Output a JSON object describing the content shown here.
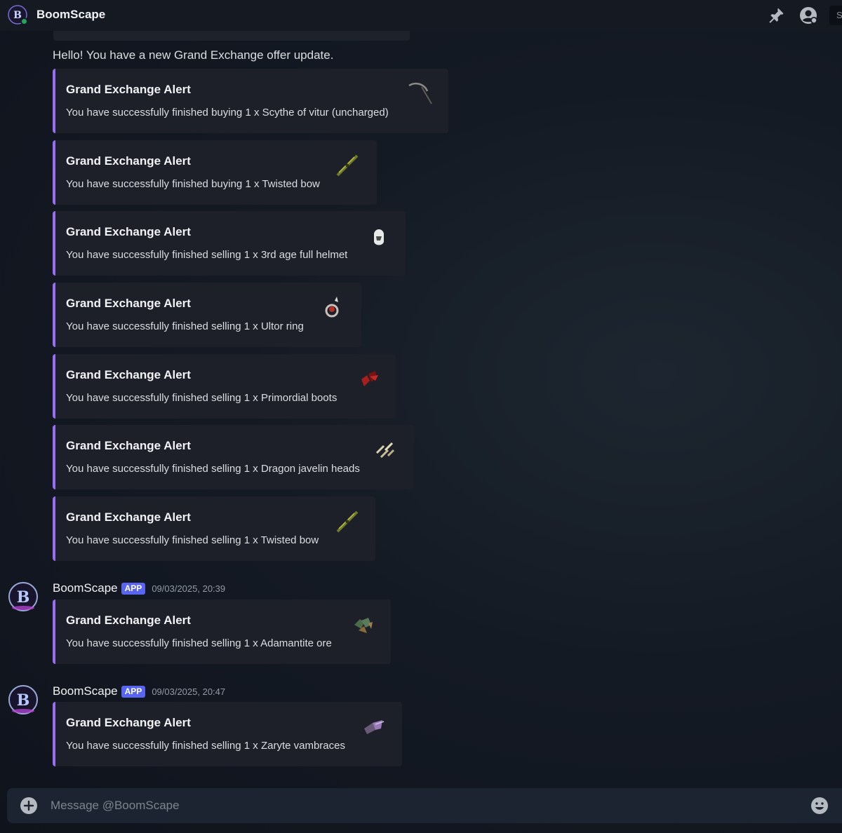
{
  "header": {
    "title": "BoomScape",
    "search_label": "S",
    "pin_icon": "pin-icon",
    "profile_icon": "user-profile-icon"
  },
  "first_message": {
    "text": "Hello! You have a new Grand Exchange offer update.",
    "embeds": [
      {
        "title": "Grand Exchange Alert",
        "description": "You have successfully finished buying 1 x Scythe of vitur (uncharged)",
        "thumb": "scythe-icon"
      },
      {
        "title": "Grand Exchange Alert",
        "description": "You have successfully finished buying 1 x Twisted bow",
        "thumb": "bow-icon"
      },
      {
        "title": "Grand Exchange Alert",
        "description": "You have successfully finished selling 1 x 3rd age full helmet",
        "thumb": "helmet-icon"
      },
      {
        "title": "Grand Exchange Alert",
        "description": "You have successfully finished selling 1 x Ultor ring",
        "thumb": "ring-icon"
      },
      {
        "title": "Grand Exchange Alert",
        "description": "You have successfully finished selling 1 x Primordial boots",
        "thumb": "boots-icon"
      },
      {
        "title": "Grand Exchange Alert",
        "description": "You have successfully finished selling 1 x Dragon javelin heads",
        "thumb": "javelin-heads-icon"
      },
      {
        "title": "Grand Exchange Alert",
        "description": "You have successfully finished selling 1 x Twisted bow",
        "thumb": "bow-icon"
      }
    ]
  },
  "messages": [
    {
      "author": "BoomScape",
      "badge": "APP",
      "timestamp": "09/03/2025, 20:39",
      "embed": {
        "title": "Grand Exchange Alert",
        "description": "You have successfully finished selling 1 x Adamantite ore",
        "thumb": "ore-icon"
      }
    },
    {
      "author": "BoomScape",
      "badge": "APP",
      "timestamp": "09/03/2025, 20:47",
      "embed": {
        "title": "Grand Exchange Alert",
        "description": "You have successfully finished selling 1 x Zaryte vambraces",
        "thumb": "vambraces-icon"
      }
    }
  ],
  "composer": {
    "placeholder": "Message @BoomScape",
    "value": ""
  },
  "colors": {
    "embed_accent": "#9b6cf5",
    "app_badge": "#5865f2",
    "online_status": "#23a55a"
  }
}
